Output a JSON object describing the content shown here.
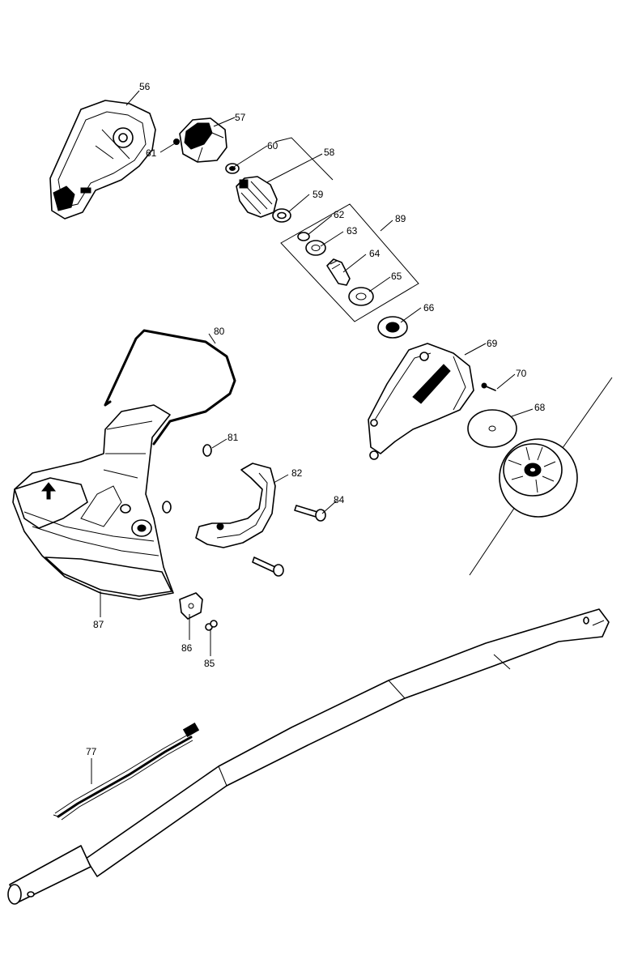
{
  "callouts": {
    "p56": "56",
    "p57": "57",
    "p58": "58",
    "p59": "59",
    "p60": "60",
    "p61": "61",
    "p62": "62",
    "p63": "63",
    "p64": "64",
    "p65": "65",
    "p66": "66",
    "p68": "68",
    "p69": "69",
    "p70": "70",
    "p77": "77",
    "p80": "80",
    "p81": "81",
    "p82": "82",
    "p84": "84",
    "p85": "85",
    "p86": "86",
    "p87": "87",
    "p89": "89"
  }
}
